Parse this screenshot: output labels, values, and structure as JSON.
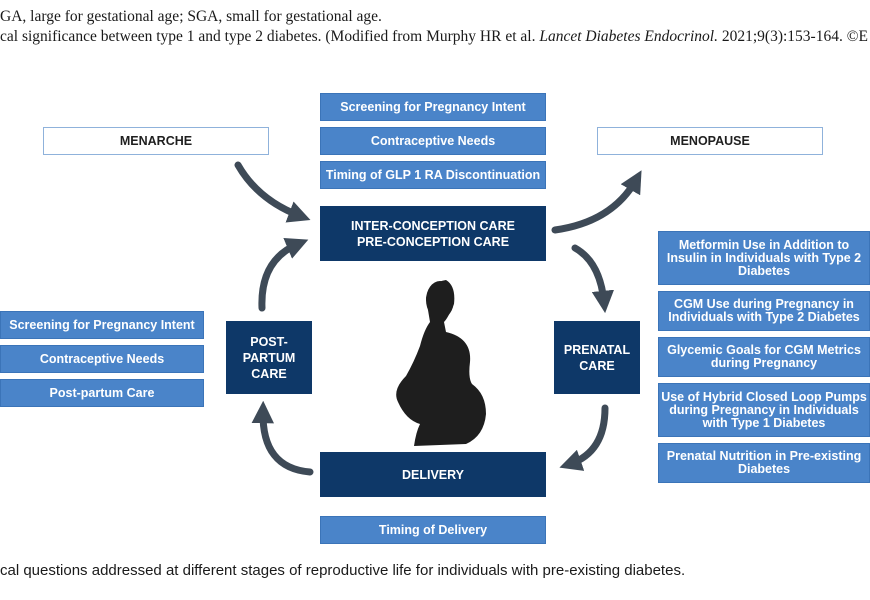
{
  "header": {
    "line1": "GA, large for gestational age; SGA, small for gestational age.",
    "line2_prefix": "cal significance between type 1 and type 2 diabetes. (Modified from Murphy HR et al. ",
    "line2_journal": "Lancet Diabetes Endocrinol.",
    "line2_suffix": " 2021;9(3):153-164. ©E"
  },
  "stages": {
    "menarche": "MENARCHE",
    "menopause": "MENOPAUSE",
    "interconception_line1": "INTER-CONCEPTION CARE",
    "interconception_line2": "PRE-CONCEPTION CARE",
    "postpartum_line1": "POST-",
    "postpartum_line2": "PARTUM",
    "postpartum_line3": "CARE",
    "prenatal_line1": "PRENATAL",
    "prenatal_line2": "CARE",
    "delivery": "DELIVERY"
  },
  "top_questions": [
    "Screening for Pregnancy Intent",
    "Contraceptive Needs",
    "Timing of GLP 1 RA Discontinuation"
  ],
  "left_questions": [
    "Screening for Pregnancy Intent",
    "Contraceptive Needs",
    "Post-partum Care"
  ],
  "right_questions": [
    [
      "Metformin Use in Addition to",
      "Insulin in Individuals with Type 2",
      "Diabetes"
    ],
    [
      "CGM Use during Pregnancy in",
      "Individuals with Type 2 Diabetes"
    ],
    [
      "Glycemic Goals for CGM Metrics",
      "during Pregnancy"
    ],
    [
      "Use of Hybrid Closed Loop Pumps",
      "during Pregnancy in Individuals",
      "with Type 1 Diabetes"
    ],
    [
      "Prenatal Nutrition in Pre-existing",
      "Diabetes"
    ]
  ],
  "bottom_question": "Timing of Delivery",
  "caption": "cal questions addressed at different stages of reproductive life for individuals with pre-existing diabetes.",
  "colors": {
    "dark_box": "#0e3868",
    "light_box": "#4a84c9",
    "arrow": "#3e4a57",
    "silhouette": "#1e1e1e"
  }
}
